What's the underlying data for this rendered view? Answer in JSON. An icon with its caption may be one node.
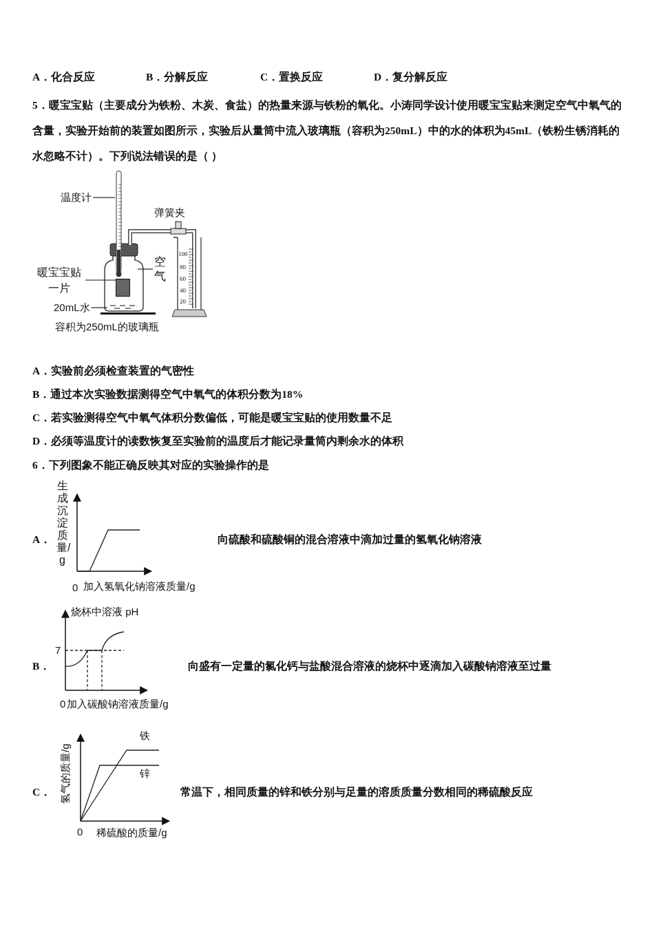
{
  "diagram": {
    "nodes": [
      {
        "text": [
          "温度计"
        ]
      },
      {
        "text": [],
        "shape": "picture"
      },
      {
        "text": [
          "暖宝宝贴一片"
        ]
      },
      {
        "text": [],
        "shape": "box"
      },
      {
        "text": [
          "20mL水"
        ]
      },
      {
        "text": [],
        "shape": "picture"
      },
      {
        "text": [
          "空气"
        ]
      }
    ],
    "edges": [
      {
        "from": 0,
        "to": 1,
        "arrow": "none"
      },
      {
        "from": 2,
        "to": 3,
        "arrow": "none"
      },
      {
        "from": 4,
        "to": 5,
        "arrow": "none"
      },
      {
        "from": 6,
        "to": null,
        "arrow": "none"
      }
    ],
    "labels": [
      "A．化合反应",
      "B．分解反应",
      "C．置换反应",
      "D．复分解反应",
      "5．暖宝宝贴（主要成分为铁粉、木炭、食盐）的热量来源与铁粉的氧化。小涛同学设计使用暖宝宝贴来测定空气中氧气的含量，实验开始前的装置如图所示，实验后从量筒中流入玻璃瓶（容积为250mL）中的水的体积为45mL（铁粉生锈消耗的水忽略不计）。下列说法错误的是（ ）",
      "弹簧夹",
      "100",
      "80",
      "60",
      "40",
      "20",
      "容积为250mL的玻璃瓶",
      "A．实验前必须检查装置的气密性",
      "B．通过本次实验数据测得空气中氧气的体积分数为18%",
      "C．若实验测得空气中氧气体积分数偏低，可能是暖宝宝贴的使用数量不足",
      "D．必须等温度计的读数恢复至实验前的温度后才能记录量筒内剩余水的体积",
      "6．下列图象不能正确反映其对应的实验操作的是",
      "生成沉淀质量/g",
      "A．",
      "向硫酸和硫酸铜的混合溶液中滴加过量的氢氧化钠溶液",
      "0",
      "加入氢氧化钠溶液质量/g",
      "烧杯中溶液 pH",
      "7",
      "B．",
      "向盛有一定量的氯化钙与盐酸混合溶液的烧杯中逐滴加入碳酸钠溶液至过量",
      "0",
      "加入碳酸钠溶液质量/g",
      "氢气的质量/g",
      "铁",
      "锌",
      "C．",
      "常温下，相同质量的锌和铁分别与足量的溶质质量分数相同的稀硫酸反应",
      "0",
      "稀硫酸的质量/g"
    ]
  }
}
